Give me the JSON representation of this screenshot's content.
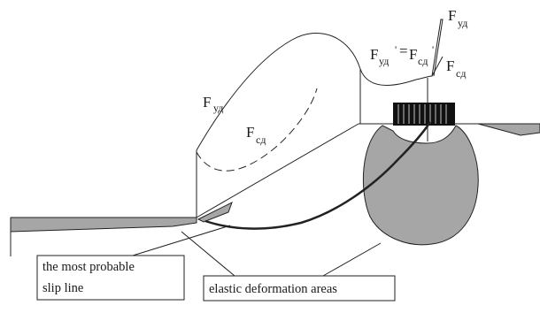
{
  "labels": {
    "f_ud_curve": {
      "main": "F",
      "sub": "уд"
    },
    "f_sd_curve": {
      "main": "F",
      "sub": "сд"
    },
    "f_equal": {
      "m1": "F",
      "s1": "уд",
      "p1": "'",
      "eq": "=",
      "m2": "F",
      "s2": "сд",
      "p2": "'"
    },
    "f_ud_top": {
      "main": "F",
      "sub": "уд"
    },
    "f_sd_right": {
      "main": "F",
      "sub": "сд"
    }
  },
  "captions": {
    "slip_line_1": "the most probable",
    "slip_line_2": "slip line",
    "elastic_areas": "elastic deformation areas"
  }
}
